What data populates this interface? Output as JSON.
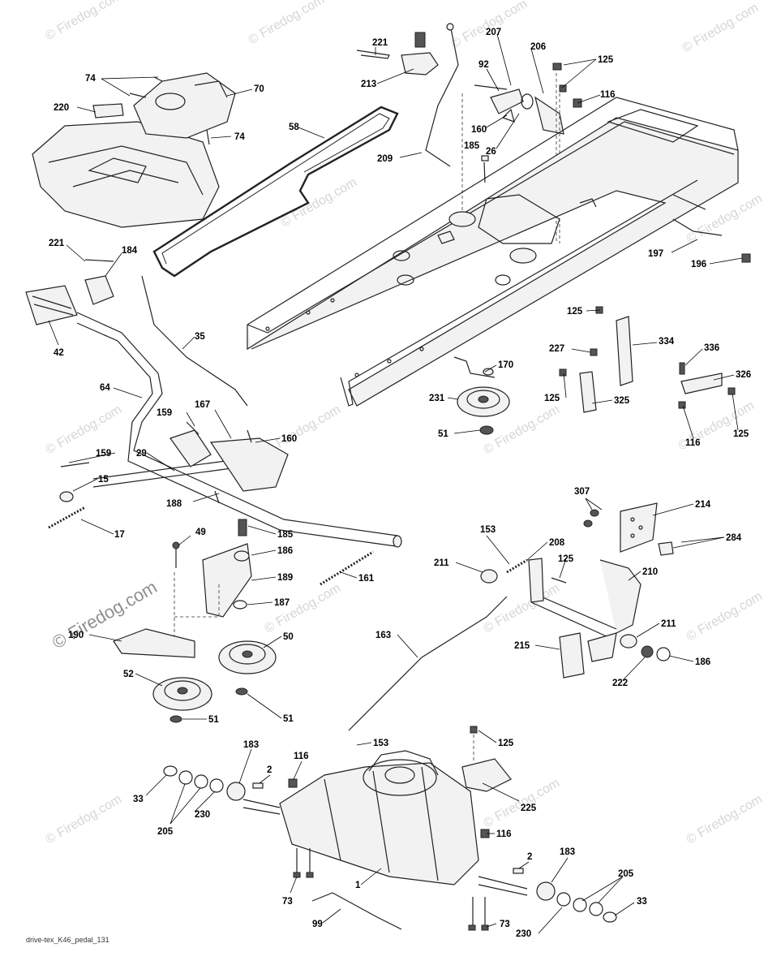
{
  "watermark": {
    "text": "© Firedog.com"
  },
  "footer": {
    "drawing_code": "drive-tex_K46_pedal_131"
  },
  "callouts": {
    "c221a": "221",
    "c213": "213",
    "c207": "207",
    "c206": "206",
    "c125a": "125",
    "c92": "92",
    "c116a": "116",
    "c160a": "160",
    "c26": "26",
    "c185a": "185",
    "c209": "209",
    "c74a": "74",
    "c70": "70",
    "c220": "220",
    "c74b": "74",
    "c58": "58",
    "c197": "197",
    "c196": "196",
    "c221b": "221",
    "c184": "184",
    "c42": "42",
    "c35": "35",
    "c125b": "125",
    "c334": "334",
    "c227": "227",
    "c170": "170",
    "c336": "336",
    "c326": "326",
    "c125c": "125",
    "c325": "325",
    "c231": "231",
    "c51a": "51",
    "c116b": "116",
    "c125d": "125",
    "c64": "64",
    "c159a": "159",
    "c167": "167",
    "c160b": "160",
    "c159b": "159",
    "c29": "29",
    "c15": "15",
    "c188": "188",
    "c17": "17",
    "c307": "307",
    "c214": "214",
    "c284": "284",
    "c49": "49",
    "c185b": "185",
    "c186a": "186",
    "c153a": "153",
    "c208": "208",
    "c189": "189",
    "c211a": "211",
    "c125e": "125",
    "c161": "161",
    "c210": "210",
    "c187": "187",
    "c190": "190",
    "c50": "50",
    "c163": "163",
    "c215": "215",
    "c211b": "211",
    "c186b": "186",
    "c222": "222",
    "c52": "52",
    "c51b": "51",
    "c51c": "51",
    "c183a": "183",
    "c153b": "153",
    "c125f": "125",
    "c116c": "116",
    "c2a": "2",
    "c33a": "33",
    "c225": "225",
    "c205a": "205",
    "c230a": "230",
    "c116d": "116",
    "c2b": "2",
    "c183b": "183",
    "c205b": "205",
    "c1": "1",
    "c73a": "73",
    "c33b": "33",
    "c73b": "73",
    "c99": "99",
    "c230b": "230"
  }
}
